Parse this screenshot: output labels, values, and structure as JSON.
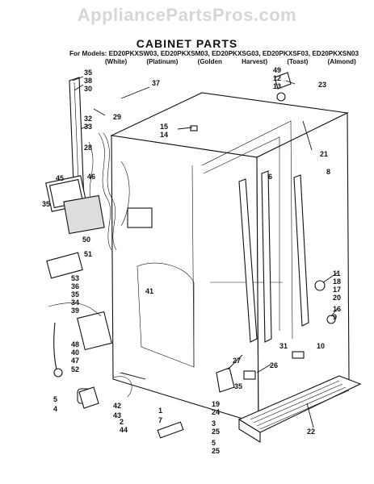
{
  "watermark": "AppliancePartsPros.com",
  "title": "CABINET PARTS",
  "models_line": "For Models: ED20PKXSW03, ED20PKXSM03, ED20PKXSG03, ED20PKXSF03, ED20PKXSN03",
  "colors_line": "(White) (Platinum) (Golden Harvest) (Toast) (Almond)",
  "callouts": [
    "35",
    "38",
    "30",
    "37",
    "29",
    "32",
    "33",
    "28",
    "45",
    "46",
    "35",
    "50",
    "51",
    "53",
    "36",
    "35",
    "34",
    "39",
    "48",
    "40",
    "47",
    "52",
    "5",
    "4",
    "42",
    "43",
    "2",
    "44",
    "15",
    "14",
    "49",
    "12",
    "13",
    "23",
    "21",
    "6",
    "8",
    "41",
    "11",
    "18",
    "17",
    "20",
    "16",
    "9",
    "27",
    "31",
    "26",
    "10",
    "35",
    "19",
    "24",
    "3",
    "25",
    "5",
    "25",
    "22",
    "1",
    "7"
  ],
  "footer_left": "",
  "footer_right": ""
}
